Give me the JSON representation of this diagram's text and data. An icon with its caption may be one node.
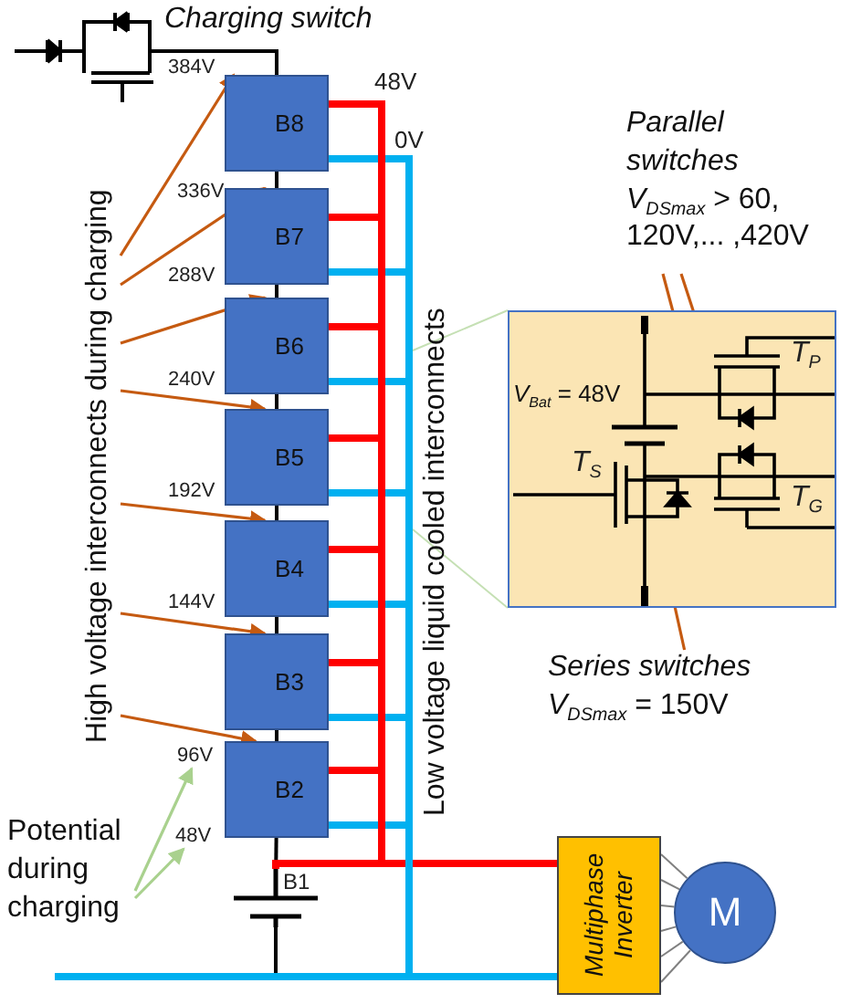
{
  "diagram": {
    "nodes": [
      {
        "text": [],
        "shape": "switch",
        "beside": [
          "Charging switch"
        ]
      },
      {
        "text": [
          "B8"
        ]
      },
      {
        "text": [
          "B7"
        ]
      },
      {
        "text": [
          "B6"
        ]
      },
      {
        "text": [
          "B5"
        ]
      },
      {
        "text": [
          "B4"
        ]
      },
      {
        "text": [
          "B3"
        ]
      },
      {
        "text": [
          "B2"
        ]
      },
      {
        "text": [
          "B1"
        ]
      },
      {
        "text": [
          "High voltage interconnects during charging"
        ]
      },
      {
        "text": [
          "Potential during charging"
        ]
      },
      {
        "text": [
          "Parallel switches",
          "*V*$_{DSmax}$ > 60, 120V,... ,420V"
        ]
      },
      {
        "text": [
          "*V*$_{Bat}$ = 48V"
        ]
      },
      {
        "text": [
          "Series switches",
          "*V*$_{DSmax}$ = 150V"
        ]
      },
      {
        "text": [
          "Multiphase Inverter"
        ]
      },
      {
        "text": [
          "M"
        ]
      },
      {
        "text": [],
        "shape": "transistor",
        "in": 12
      },
      {
        "text": [],
        "shape": "transistor",
        "in": 12
      },
      {
        "text": [],
        "shape": "transistor",
        "in": 12
      },
      {
        "text": [],
        "shape": "bar"
      },
      {
        "text": [],
        "shape": "bar"
      },
      {
        "text": [
          "96V"
        ]
      },
      {
        "text": [
          "48V"
        ]
      }
    ],
    "edges": [
      {
        "from": 0,
        "to": 1,
        "arrow": "none",
        "color": "#000000"
      },
      {
        "from": 1,
        "to": 2,
        "arrow": "none",
        "color": "#000000"
      },
      {
        "from": 2,
        "to": 3,
        "arrow": "none",
        "color": "#000000"
      },
      {
        "from": 3,
        "to": 4,
        "arrow": "none",
        "color": "#000000"
      },
      {
        "from": 4,
        "to": 5,
        "arrow": "none",
        "color": "#000000"
      },
      {
        "from": 5,
        "to": 6,
        "arrow": "none",
        "color": "#000000"
      },
      {
        "from": 6,
        "to": 7,
        "arrow": "none",
        "color": "#000000"
      },
      {
        "from": 7,
        "to": 8,
        "arrow": "none",
        "color": "#000000"
      },
      {
        "from": 9,
        "to": 1,
        "arrow": "to",
        "color": "#c55a11"
      },
      {
        "from": 9,
        "to": 2,
        "arrow": "to",
        "color": "#c55a11"
      },
      {
        "from": 9,
        "to": 3,
        "arrow": "to",
        "color": "#c55a11"
      },
      {
        "from": 9,
        "to": 4,
        "arrow": "to",
        "color": "#c55a11"
      },
      {
        "from": 9,
        "to": 5,
        "arrow": "to",
        "color": "#c55a11"
      },
      {
        "from": 9,
        "to": 6,
        "arrow": "to",
        "color": "#c55a11"
      },
      {
        "from": 9,
        "to": 7,
        "arrow": "to",
        "color": "#c55a11"
      },
      {
        "from": 10,
        "to": 21,
        "arrow": "to",
        "color": "#a9d18e"
      },
      {
        "from": 10,
        "to": 22,
        "arrow": "to",
        "color": "#a9d18e"
      },
      {
        "from": 11,
        "to": 16,
        "arrow": "to",
        "color": "#c55a11"
      },
      {
        "from": 11,
        "to": 17,
        "arrow": "to",
        "color": "#c55a11"
      },
      {
        "from": 13,
        "to": 18,
        "arrow": "to",
        "color": "#c55a11"
      },
      {
        "from": 14,
        "to": 15,
        "arrow": "none",
        "color": "#808080"
      },
      {
        "from": 14,
        "to": 15,
        "arrow": "none",
        "color": "#808080"
      },
      {
        "from": 14,
        "to": 15,
        "arrow": "none",
        "color": "#808080"
      },
      {
        "from": 14,
        "to": 15,
        "arrow": "none",
        "color": "#808080"
      },
      {
        "from": 14,
        "to": 15,
        "arrow": "none",
        "color": "#808080"
      },
      {
        "from": 14,
        "to": 15,
        "arrow": "none",
        "color": "#808080"
      },
      {
        "from": 1,
        "to": 19,
        "arrow": "none",
        "style": "thick",
        "color": "#ff0000"
      },
      {
        "from": 2,
        "to": 19,
        "arrow": "none",
        "style": "thick",
        "color": "#ff0000"
      },
      {
        "from": 3,
        "to": 19,
        "arrow": "none",
        "style": "thick",
        "color": "#ff0000"
      },
      {
        "from": 4,
        "to": 19,
        "arrow": "none",
        "style": "thick",
        "color": "#ff0000"
      },
      {
        "from": 5,
        "to": 19,
        "arrow": "none",
        "style": "thick",
        "color": "#ff0000"
      },
      {
        "from": 6,
        "to": 19,
        "arrow": "none",
        "style": "thick",
        "color": "#ff0000"
      },
      {
        "from": 7,
        "to": 19,
        "arrow": "none",
        "style": "thick",
        "color": "#ff0000"
      },
      {
        "from": 1,
        "to": 20,
        "arrow": "none",
        "style": "thick",
        "color": "#00b0f0"
      },
      {
        "from": 2,
        "to": 20,
        "arrow": "none",
        "style": "thick",
        "color": "#00b0f0"
      },
      {
        "from": 3,
        "to": 20,
        "arrow": "none",
        "style": "thick",
        "color": "#00b0f0"
      },
      {
        "from": 4,
        "to": 20,
        "arrow": "none",
        "style": "thick",
        "color": "#00b0f0"
      },
      {
        "from": 5,
        "to": 20,
        "arrow": "none",
        "style": "thick",
        "color": "#00b0f0"
      },
      {
        "from": 6,
        "to": 20,
        "arrow": "none",
        "style": "thick",
        "color": "#00b0f0"
      },
      {
        "from": 7,
        "to": 20,
        "arrow": "none",
        "style": "thick",
        "color": "#00b0f0"
      },
      {
        "from": 19,
        "to": 14,
        "arrow": "none",
        "style": "thick",
        "color": "#ff0000"
      },
      {
        "from": 20,
        "to": 14,
        "arrow": "none",
        "style": "thick",
        "color": "#00b0f0"
      },
      {
        "from": 8,
        "to": 19,
        "arrow": "none",
        "style": "thick",
        "color": "#ff0000"
      },
      {
        "from": 20,
        "to": 12,
        "arrow": "none",
        "color": "#c5e0b4"
      },
      {
        "from": 20,
        "to": 12,
        "arrow": "none",
        "color": "#c5e0b4"
      }
    ],
    "labels": [
      "48V",
      "0V",
      "384V",
      "336V",
      "288V",
      "240V",
      "192V",
      "144V",
      "Low voltage liquid cooled interconnects",
      "T$_{P}$",
      "T$_{G}$",
      "T$_{S}$"
    ]
  }
}
